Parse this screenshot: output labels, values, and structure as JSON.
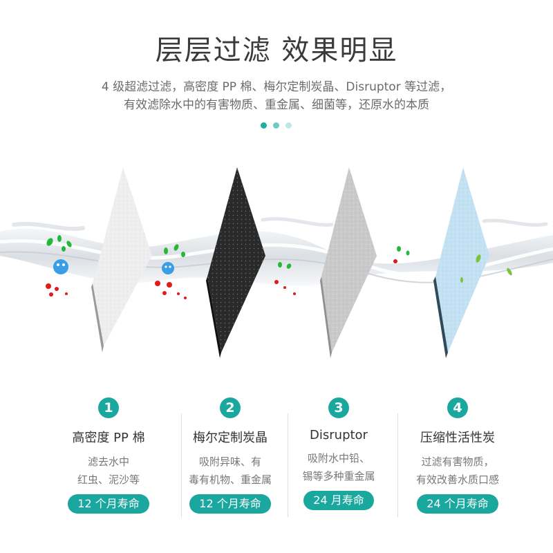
{
  "title": "层层过滤 效果明显",
  "subtitle_lines": [
    "4 级超滤过滤，高密度 PP 棉、梅尔定制炭晶、Disruptor 等过滤，",
    "有效滤除水中的有害物质、重金属、细菌等，还原水的本质"
  ],
  "accent_color": "#1aa89e",
  "filters": [
    {
      "num": "1",
      "name": "高密度 PP 棉",
      "desc": [
        "滤去水中",
        "红虫、泥沙等"
      ],
      "life": "12 个月寿命",
      "color": "#ececec"
    },
    {
      "num": "2",
      "name": "梅尔定制炭晶",
      "desc": [
        "吸附异味、有",
        "毒有机物、重金属"
      ],
      "life": "12 个月寿命",
      "color": "#2b2b2b"
    },
    {
      "num": "3",
      "name": "Disruptor",
      "desc": [
        "吸附水中铅、",
        "锡等多种重金属"
      ],
      "life": "24 月寿命",
      "color": "#c8c8c8"
    },
    {
      "num": "4",
      "name": "压缩性活性炭",
      "desc": [
        "过滤有害物质，",
        "有效改善水质口感"
      ],
      "life": "24 个月寿命",
      "color": "#bfe0f2"
    }
  ]
}
